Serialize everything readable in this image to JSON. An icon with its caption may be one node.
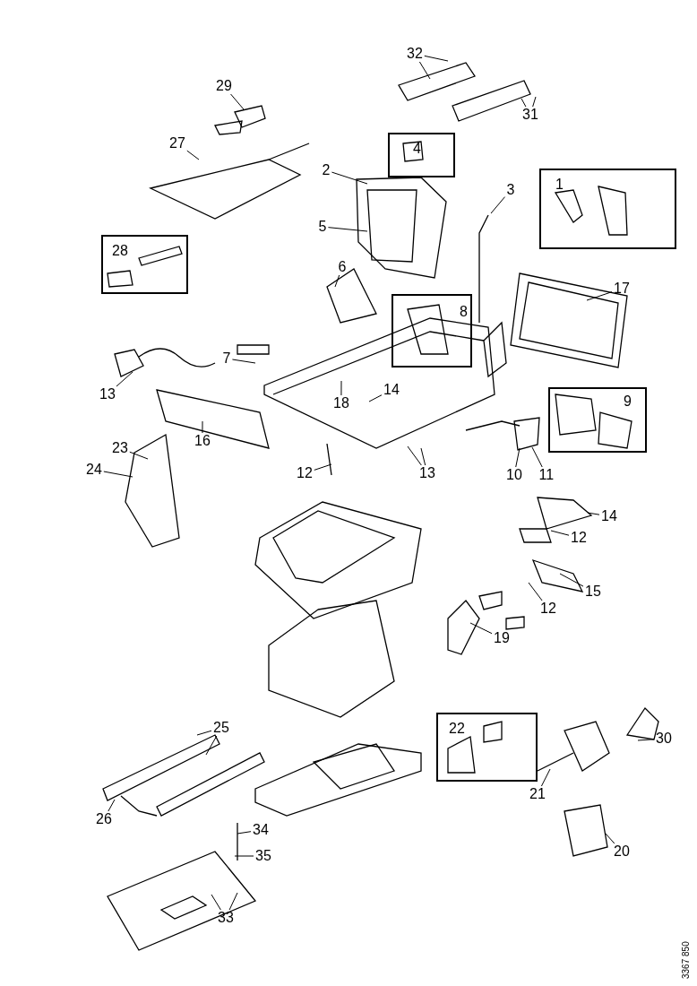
{
  "diagram": {
    "nodes": [
      {
        "text": [
          "32"
        ]
      },
      {
        "text": [
          "29"
        ]
      },
      {
        "text": [
          "31"
        ]
      },
      {
        "text": [
          "4"
        ]
      },
      {
        "text": [
          "27"
        ]
      },
      {
        "text": [
          "2"
        ]
      },
      {
        "text": [
          "1"
        ]
      },
      {
        "text": [
          "3"
        ]
      },
      {
        "text": [
          "5"
        ]
      },
      {
        "text": [
          "28"
        ]
      },
      {
        "text": [
          "6"
        ]
      },
      {
        "text": [
          "17"
        ]
      },
      {
        "text": [
          "8"
        ]
      },
      {
        "text": [
          "7"
        ]
      },
      {
        "text": [
          "13"
        ]
      },
      {
        "text": [
          "14"
        ]
      },
      {
        "text": [
          "9"
        ]
      },
      {
        "text": [
          "18"
        ]
      },
      {
        "text": [
          "16"
        ]
      },
      {
        "text": [
          "23"
        ]
      },
      {
        "text": [
          "24"
        ]
      },
      {
        "text": [
          "12"
        ]
      },
      {
        "text": [
          "13"
        ]
      },
      {
        "text": [
          "10"
        ]
      },
      {
        "text": [
          "11"
        ]
      },
      {
        "text": [
          "14"
        ]
      },
      {
        "text": [
          "12"
        ]
      },
      {
        "text": [
          "15"
        ]
      },
      {
        "text": [
          "12"
        ]
      },
      {
        "text": [
          "19"
        ]
      },
      {
        "text": [
          "22"
        ]
      },
      {
        "text": [
          "30"
        ]
      },
      {
        "text": [
          "25"
        ]
      },
      {
        "text": [
          "21"
        ]
      },
      {
        "text": [
          "26"
        ]
      },
      {
        "text": [
          "34"
        ]
      },
      {
        "text": [
          "35"
        ]
      },
      {
        "text": [
          "20"
        ]
      },
      {
        "text": [
          "33"
        ]
      }
    ],
    "edges": [
      {
        "from": 0,
        "to": null,
        "arrow": "none"
      },
      {
        "from": 0,
        "to": null,
        "arrow": "none"
      },
      {
        "from": 1,
        "to": null,
        "arrow": "none"
      },
      {
        "from": 2,
        "to": null,
        "arrow": "none"
      },
      {
        "from": 2,
        "to": null,
        "arrow": "none"
      },
      {
        "from": 4,
        "to": null,
        "arrow": "none"
      },
      {
        "from": 5,
        "to": null,
        "arrow": "none"
      },
      {
        "from": 7,
        "to": null,
        "arrow": "none"
      },
      {
        "from": 8,
        "to": null,
        "arrow": "none"
      },
      {
        "from": 10,
        "to": null,
        "arrow": "none"
      },
      {
        "from": 11,
        "to": null,
        "arrow": "none"
      },
      {
        "from": 13,
        "to": null,
        "arrow": "none"
      },
      {
        "from": 14,
        "to": null,
        "arrow": "none"
      },
      {
        "from": 15,
        "to": null,
        "arrow": "none"
      },
      {
        "from": 17,
        "to": null,
        "arrow": "none"
      },
      {
        "from": 18,
        "to": null,
        "arrow": "none"
      },
      {
        "from": 19,
        "to": null,
        "arrow": "none"
      },
      {
        "from": 20,
        "to": null,
        "arrow": "none"
      },
      {
        "from": 21,
        "to": null,
        "arrow": "none"
      },
      {
        "from": 22,
        "to": null,
        "arrow": "none"
      },
      {
        "from": 22,
        "to": null,
        "arrow": "none"
      },
      {
        "from": 23,
        "to": null,
        "arrow": "none"
      },
      {
        "from": 24,
        "to": null,
        "arrow": "none"
      },
      {
        "from": 25,
        "to": null,
        "arrow": "none"
      },
      {
        "from": 26,
        "to": null,
        "arrow": "none"
      },
      {
        "from": 27,
        "to": null,
        "arrow": "none"
      },
      {
        "from": 28,
        "to": null,
        "arrow": "none"
      },
      {
        "from": 29,
        "to": null,
        "arrow": "none"
      },
      {
        "from": 31,
        "to": null,
        "arrow": "none"
      },
      {
        "from": 32,
        "to": null,
        "arrow": "none"
      },
      {
        "from": 32,
        "to": null,
        "arrow": "none"
      },
      {
        "from": 33,
        "to": null,
        "arrow": "none"
      },
      {
        "from": 34,
        "to": null,
        "arrow": "none"
      },
      {
        "from": 35,
        "to": null,
        "arrow": "none"
      },
      {
        "from": 36,
        "to": null,
        "arrow": "none"
      },
      {
        "from": 37,
        "to": null,
        "arrow": "none"
      },
      {
        "from": 38,
        "to": null,
        "arrow": "none"
      },
      {
        "from": 38,
        "to": null,
        "arrow": "none"
      }
    ],
    "labels": [
      "3367 850"
    ]
  }
}
